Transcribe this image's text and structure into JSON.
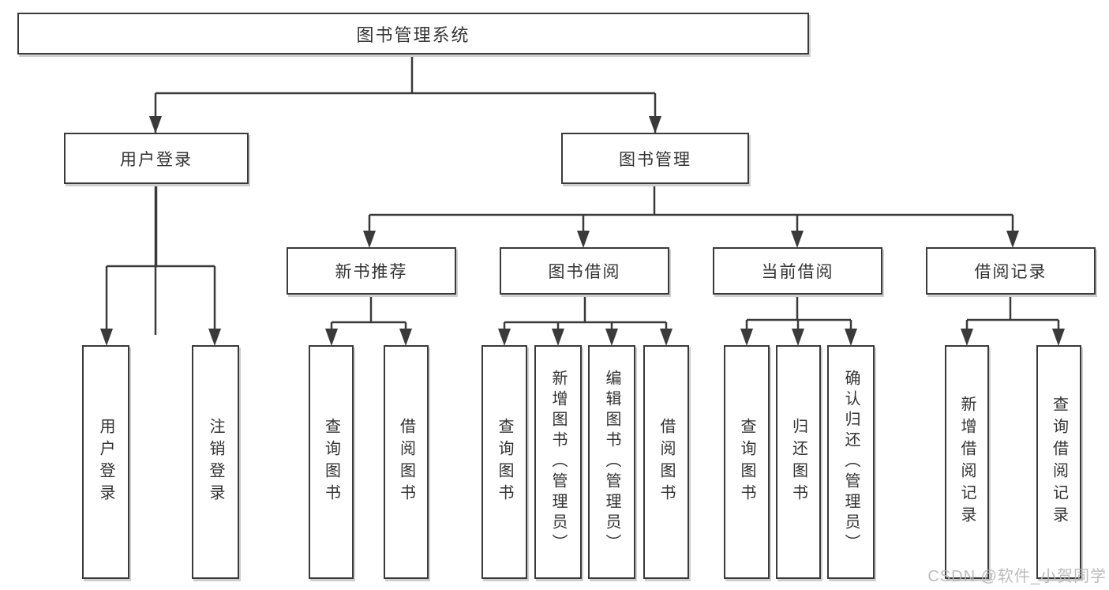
{
  "diagram_title": "图书管理系统",
  "tree": {
    "root": {
      "label": "图书管理系统"
    },
    "branches": [
      {
        "label": "用户登录",
        "children": [
          {
            "label": "用户登录"
          },
          {
            "label": "注销登录"
          }
        ]
      },
      {
        "label": "图书管理",
        "children": [
          {
            "label": "新书推荐",
            "children": [
              {
                "label": "查询图书"
              },
              {
                "label": "借阅图书"
              }
            ]
          },
          {
            "label": "图书借阅",
            "children": [
              {
                "label": "查询图书"
              },
              {
                "label": "新增图书（管理员）"
              },
              {
                "label": "编辑图书（管理员）"
              },
              {
                "label": "借阅图书"
              }
            ]
          },
          {
            "label": "当前借阅",
            "children": [
              {
                "label": "查询图书"
              },
              {
                "label": "归还图书"
              },
              {
                "label": "确认归还（管理员）"
              }
            ]
          },
          {
            "label": "借阅记录",
            "children": [
              {
                "label": "新增借阅记录"
              },
              {
                "label": "查询借阅记录"
              }
            ]
          }
        ]
      }
    ]
  },
  "watermark": {
    "text": "CSDN @软件_小贺同学",
    "color": "#b5b5b5"
  },
  "colors": {
    "line": "#3a3a3a",
    "box_border": "#3a3a3a",
    "text": "#333333",
    "background": "#ffffff",
    "shadow": "#cfcfcf"
  }
}
